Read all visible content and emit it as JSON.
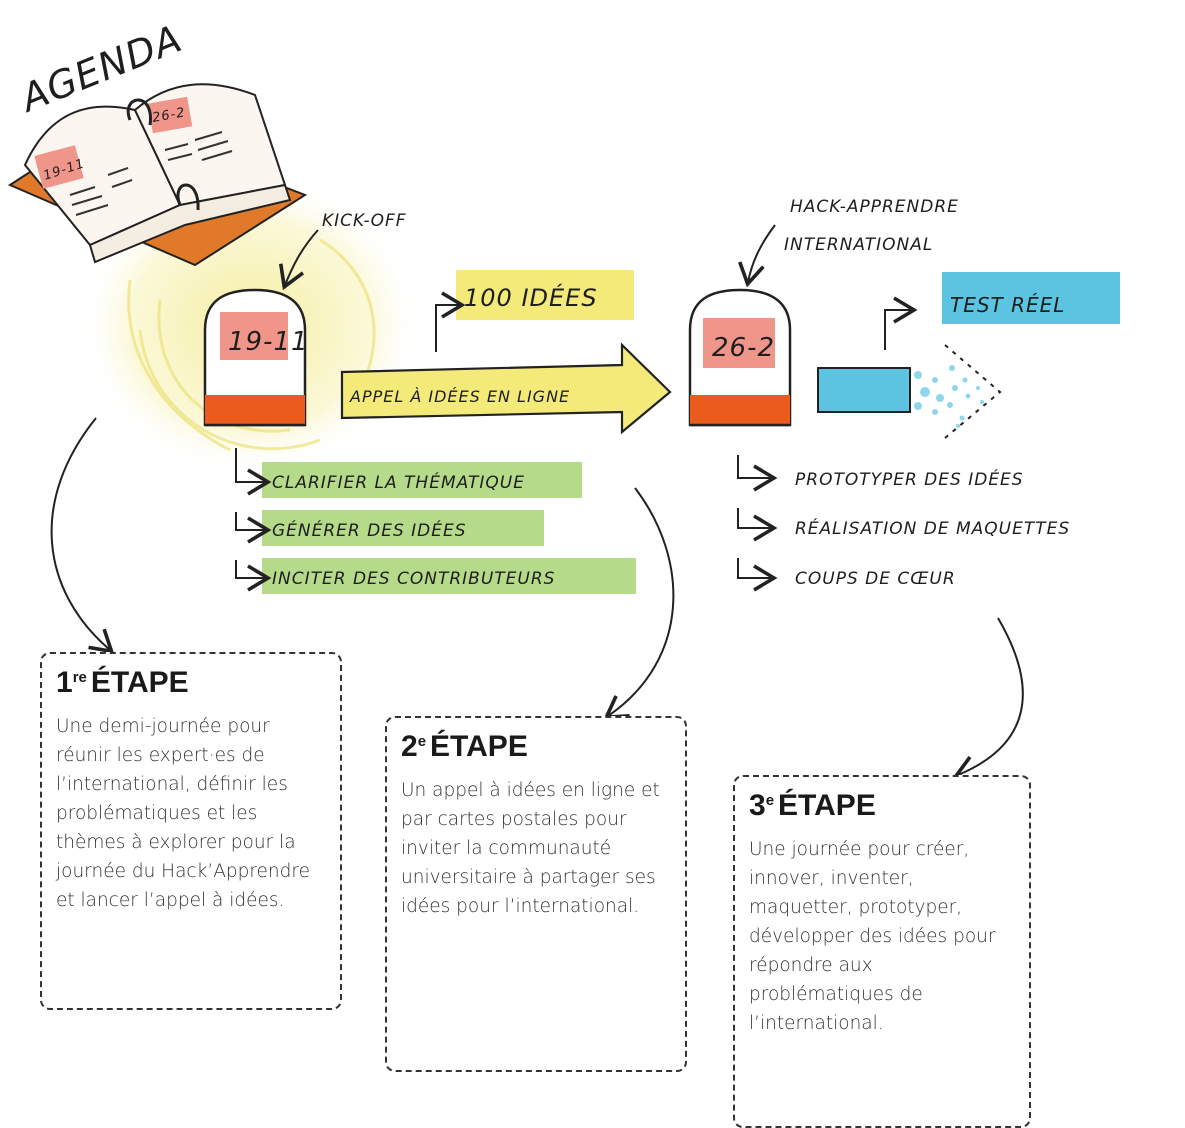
{
  "agenda": {
    "title": "AGENDA",
    "left_date": "19-11",
    "right_date": "26-2"
  },
  "kickoff": {
    "label": "KICK-OFF",
    "date": "19-11",
    "outcome": "100 IDÉES",
    "arrow_label": "APPEL À IDÉES EN LIGNE",
    "tasks": [
      "CLARIFIER LA THÉMATIQUE",
      "GÉNÉRER DES IDÉES",
      "INCITER DES CONTRIBUTEURS"
    ]
  },
  "hack": {
    "label_line1": "HACK-APPRENDRE",
    "label_line2": "INTERNATIONAL",
    "date": "26-2",
    "outcome": "TEST RÉEL",
    "tasks": [
      "PROTOTYPER DES IDÉES",
      "RÉALISATION DE MAQUETTES",
      "COUPS DE CŒUR"
    ]
  },
  "steps": [
    {
      "num": "1",
      "sup": "re",
      "title": "ÉTAPE",
      "text": "Une demi-journée pour réunir les expert·es de l’international, définir les problématiques et les thèmes à explorer pour la journée du Hack’Apprendre et lancer l’appel à idées."
    },
    {
      "num": "2",
      "sup": "e",
      "title": "ÉTAPE",
      "text": "Un appel à idées en ligne et par cartes postales pour inviter la communauté universitaire à partager ses idées pour l’international."
    },
    {
      "num": "3",
      "sup": "e",
      "title": "ÉTAPE",
      "text": "Une journée pour créer, innover, inventer, maquetter, prototyper, développer des idées pour répondre aux problématiques de l’international."
    }
  ],
  "colors": {
    "yellow": "#f3ea7a",
    "green": "#b5db8a",
    "blue": "#5cc3e0",
    "orange": "#ea5b1c",
    "salmon": "#f0958a",
    "book_base": "#e07a2a"
  }
}
